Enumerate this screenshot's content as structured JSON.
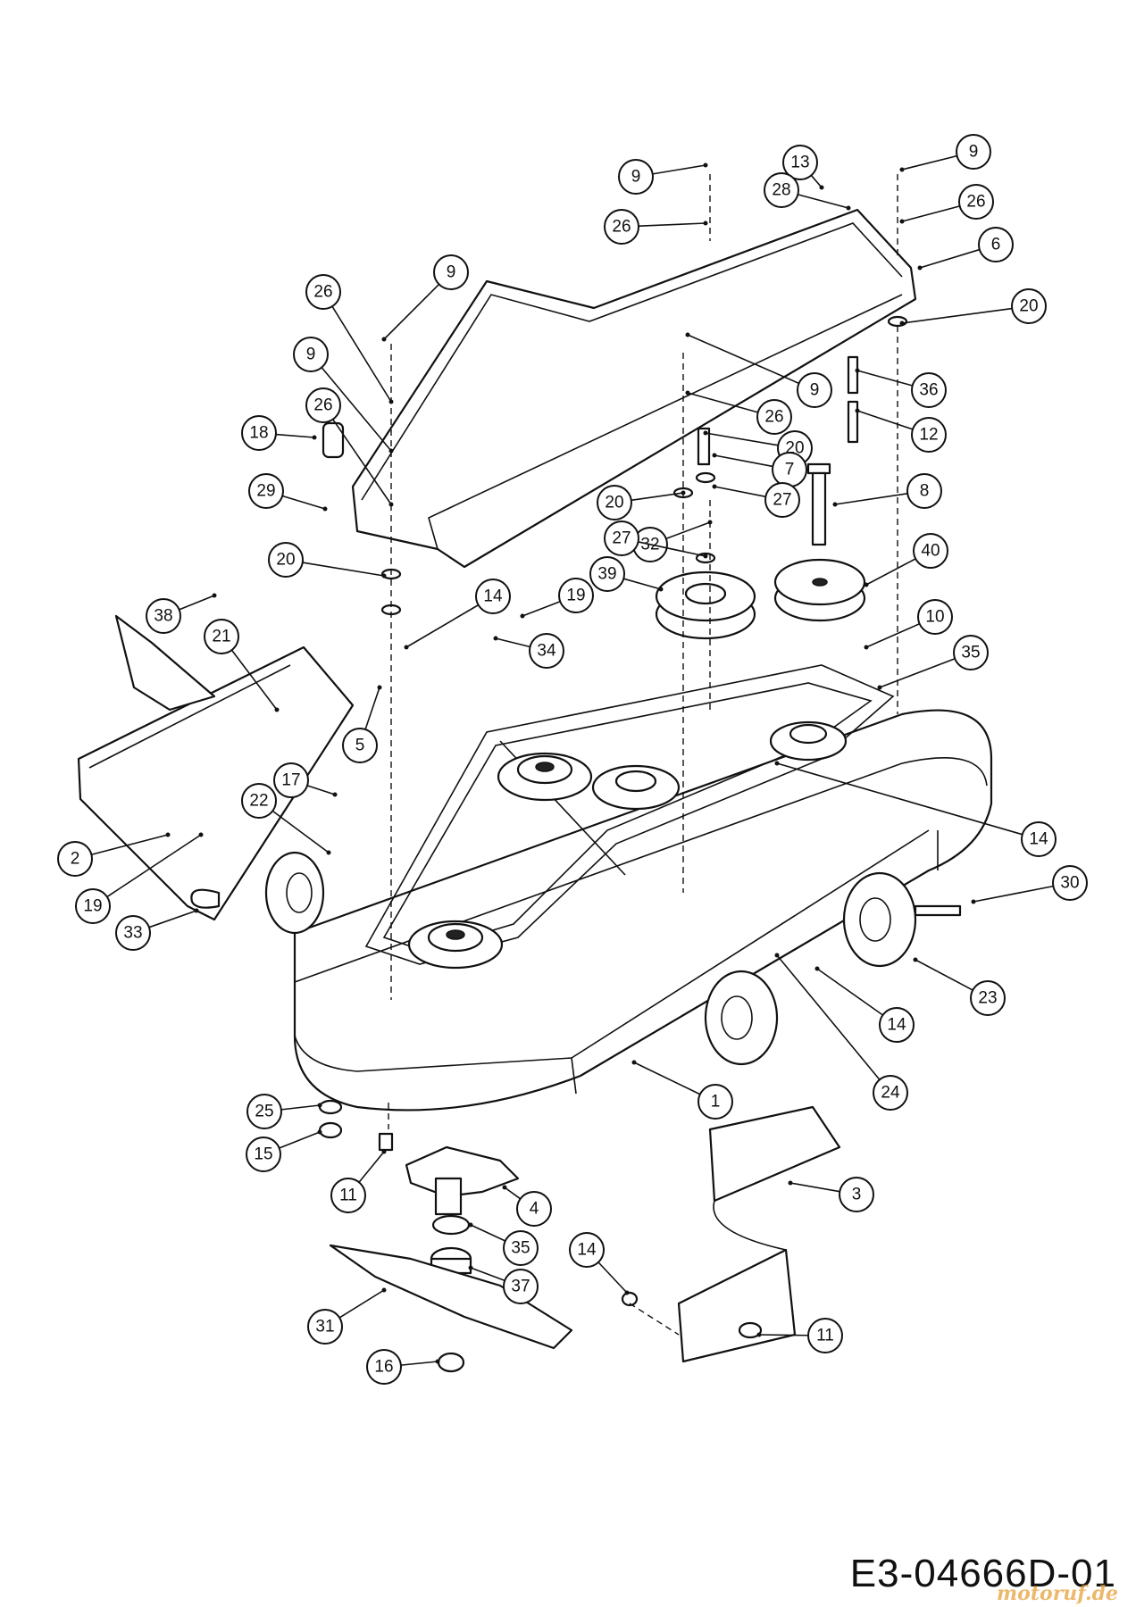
{
  "drawing_code": "E3-04666D-01",
  "watermark": "motoruf.de",
  "callouts": [
    "1",
    "2",
    "3",
    "4",
    "5",
    "6",
    "7",
    "8",
    "9",
    "10",
    "11",
    "12",
    "13",
    "14",
    "15",
    "16",
    "17",
    "18",
    "19",
    "20",
    "21",
    "22",
    "23",
    "24",
    "25",
    "26",
    "27",
    "28",
    "29",
    "30",
    "31",
    "32",
    "33",
    "34",
    "35",
    "36",
    "37",
    "38",
    "39",
    "40"
  ]
}
